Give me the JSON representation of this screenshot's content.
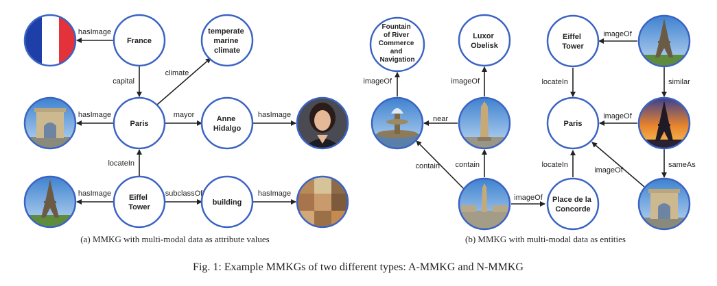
{
  "colors": {
    "node_stroke": "#3b63c4",
    "edge": "#222222",
    "flag_blue": "#1f3fa8",
    "flag_red": "#e3323a",
    "sky_blue": "#5a9ad6",
    "sunset_orange": "#e8842c"
  },
  "panel_a": {
    "caption": "(a) MMKG with multi-modal data as attribute values",
    "nodes": {
      "france": "France",
      "temperate": [
        "temperate",
        "marine",
        "climate"
      ],
      "paris": "Paris",
      "anne": [
        "Anne",
        "Hidalgo"
      ],
      "eiffel": [
        "Eiffel",
        "Tower"
      ],
      "building": "building"
    },
    "images": {
      "flag": "french-flag-image",
      "arc": "arc-de-triomphe-image",
      "portrait": "anne-hidalgo-portrait-image",
      "eiffel": "eiffel-tower-photo-image",
      "collage": "buildings-collage-image"
    },
    "edges": {
      "hasImage_france": "hasImage",
      "capital": "capital",
      "climate": "climate",
      "hasImage_paris": "hasImage",
      "mayor": "mayor",
      "hasImage_anne": "hasImage",
      "locateIn": "locateIn",
      "hasImage_eiffel": "hasImage",
      "subclassOf": "subclassOf",
      "hasImage_building": "hasImage"
    }
  },
  "panel_b": {
    "caption": "(b) MMKG with multi-modal data as entities",
    "nodes": {
      "fountain": [
        "Fountain",
        "of River",
        "Commerce",
        "and",
        "Navigation"
      ],
      "luxor": [
        "Luxor",
        "Obelisk"
      ],
      "eiffel": [
        "Eiffel",
        "Tower"
      ],
      "paris": "Paris",
      "concorde": [
        "Place de la",
        "Concorde"
      ]
    },
    "images": {
      "fountain": "fountain-photo-image",
      "obelisk": "obelisk-photo-image",
      "square": "concorde-square-photo-image",
      "eiffel_day": "eiffel-tower-day-image",
      "eiffel_sunset": "eiffel-tower-sunset-image",
      "arc": "arc-de-triomphe-image"
    },
    "edges": {
      "imageOf_fountain": "imageOf",
      "imageOf_luxor": "imageOf",
      "near": "near",
      "contain_left": "contain",
      "contain_up": "contain",
      "imageOf_concorde": "imageOf",
      "imageOf_eiffel": "imageOf",
      "locateIn_eiffel": "locateIn",
      "similar": "similar",
      "imageOf_paris": "imageOf",
      "sameAs": "sameAs",
      "locateIn_concorde": "locateIn",
      "imageOf_arc": "imageOf"
    }
  },
  "figure_caption": "Fig. 1: Example MMKGs of two different types: A-MMKG and N-MMKG"
}
